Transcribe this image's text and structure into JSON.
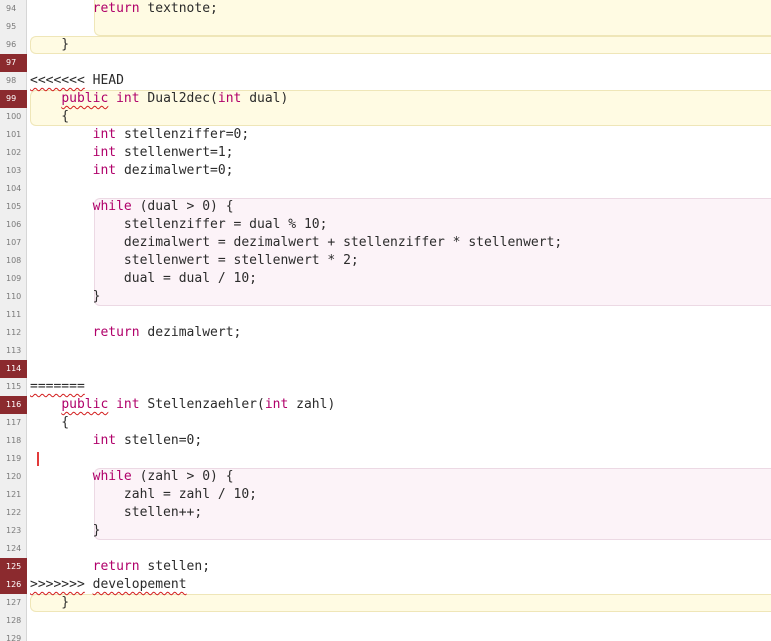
{
  "editor": {
    "lines": [
      {
        "n": "94",
        "text": "        return textnote;",
        "marked": false
      },
      {
        "n": "95",
        "text": "",
        "marked": false
      },
      {
        "n": "96",
        "text": "    }",
        "marked": false
      },
      {
        "n": "97",
        "text": "",
        "marked": true
      },
      {
        "n": "98",
        "text": "<<<<<<< HEAD",
        "marked": false
      },
      {
        "n": "99",
        "text": "    public int Dual2dec(int dual)",
        "marked": true
      },
      {
        "n": "100",
        "text": "    {",
        "marked": false
      },
      {
        "n": "101",
        "text": "        int stellenziffer=0;",
        "marked": false
      },
      {
        "n": "102",
        "text": "        int stellenwert=1;",
        "marked": false
      },
      {
        "n": "103",
        "text": "        int dezimalwert=0;",
        "marked": false
      },
      {
        "n": "104",
        "text": "",
        "marked": false
      },
      {
        "n": "105",
        "text": "        while (dual > 0) {",
        "marked": false
      },
      {
        "n": "106",
        "text": "            stellenziffer = dual % 10;",
        "marked": false
      },
      {
        "n": "107",
        "text": "            dezimalwert = dezimalwert + stellenziffer * stellenwert;",
        "marked": false
      },
      {
        "n": "108",
        "text": "            stellenwert = stellenwert * 2;",
        "marked": false
      },
      {
        "n": "109",
        "text": "            dual = dual / 10;",
        "marked": false
      },
      {
        "n": "110",
        "text": "        }",
        "marked": false
      },
      {
        "n": "111",
        "text": "",
        "marked": false
      },
      {
        "n": "112",
        "text": "        return dezimalwert;",
        "marked": false
      },
      {
        "n": "113",
        "text": "",
        "marked": false
      },
      {
        "n": "114",
        "text": "",
        "marked": true
      },
      {
        "n": "115",
        "text": "=======",
        "marked": false
      },
      {
        "n": "116",
        "text": "    public int Stellenzaehler(int zahl)",
        "marked": true
      },
      {
        "n": "117",
        "text": "    {",
        "marked": false
      },
      {
        "n": "118",
        "text": "        int stellen=0;",
        "marked": false
      },
      {
        "n": "119",
        "text": "",
        "marked": false
      },
      {
        "n": "120",
        "text": "        while (zahl > 0) {",
        "marked": false
      },
      {
        "n": "121",
        "text": "            zahl = zahl / 10;",
        "marked": false
      },
      {
        "n": "122",
        "text": "            stellen++;",
        "marked": false
      },
      {
        "n": "123",
        "text": "        }",
        "marked": false
      },
      {
        "n": "124",
        "text": "",
        "marked": false
      },
      {
        "n": "125",
        "text": "        return stellen;",
        "marked": true
      },
      {
        "n": "126",
        "text": ">>>>>>> developement",
        "marked": true
      },
      {
        "n": "127",
        "text": "    }",
        "marked": false
      },
      {
        "n": "128",
        "text": "",
        "marked": false
      },
      {
        "n": "129",
        "text": "",
        "marked": false
      }
    ],
    "keywords": [
      "public",
      "int",
      "while",
      "return"
    ],
    "colors": {
      "keyword": "#b0006a",
      "marker": "#8b2a2e",
      "squiggle": "#d21b1b",
      "text": "#2b2b2b"
    }
  }
}
